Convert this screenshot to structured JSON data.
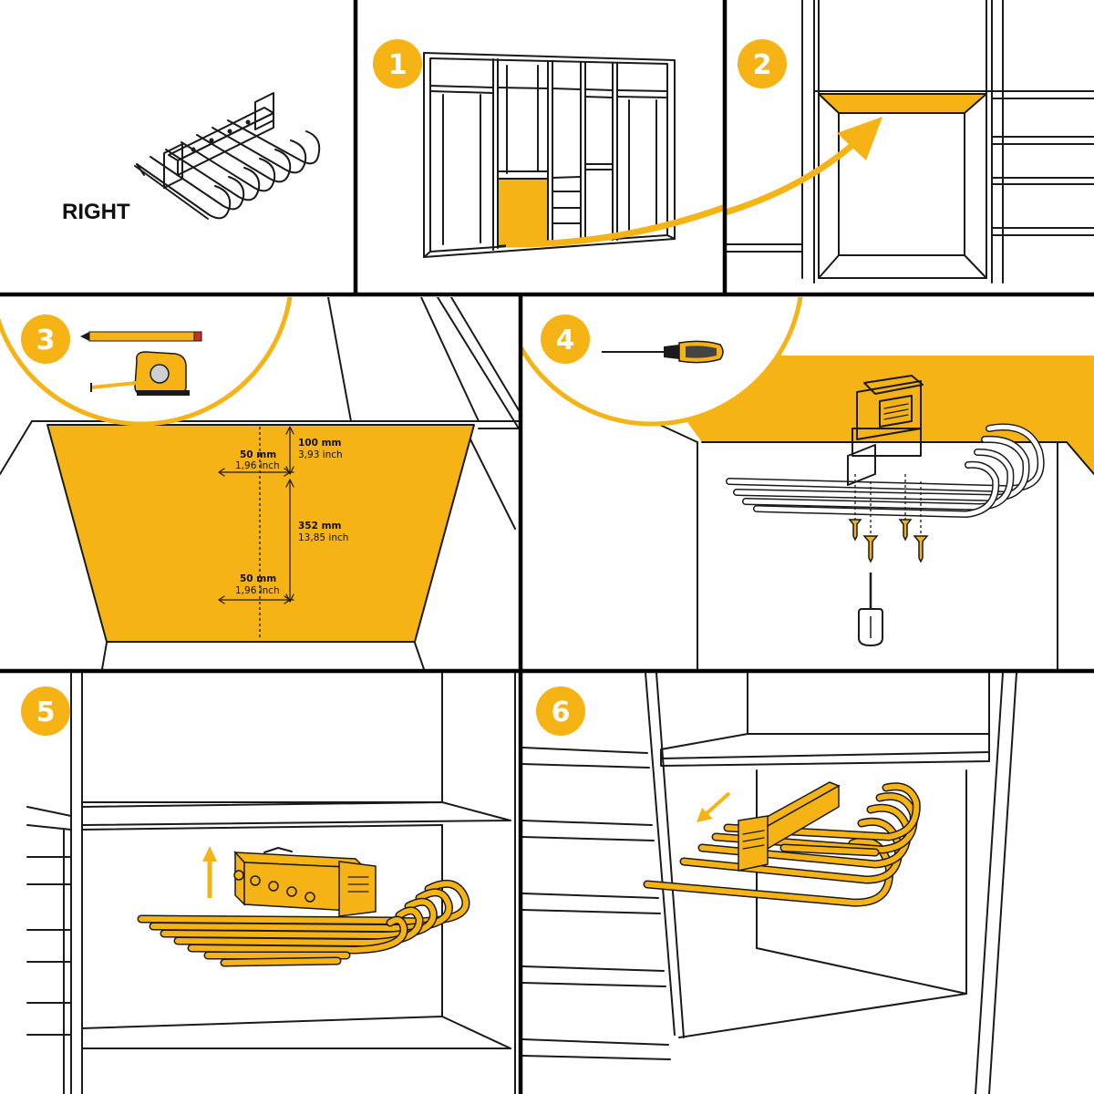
{
  "panel0": {
    "label": "RIGHT"
  },
  "steps": [
    {
      "number": "1"
    },
    {
      "number": "2"
    },
    {
      "number": "3"
    },
    {
      "number": "4"
    },
    {
      "number": "5"
    },
    {
      "number": "6"
    }
  ],
  "step3": {
    "dimensions": [
      {
        "mm": "100 mm",
        "inch": "3,93 inch"
      },
      {
        "mm": "50 mm",
        "inch": "1,96 inch"
      },
      {
        "mm": "352 mm",
        "inch": "13,85 inch"
      },
      {
        "mm": "50 mm",
        "inch": "1,96 inch"
      }
    ]
  },
  "colors": {
    "accent": "#f5b315",
    "line": "#1a1a1a",
    "background": "#ffffff"
  },
  "icons": [
    "pencil-icon",
    "tape-measure-icon",
    "screwdriver-icon",
    "arrow-icon"
  ]
}
